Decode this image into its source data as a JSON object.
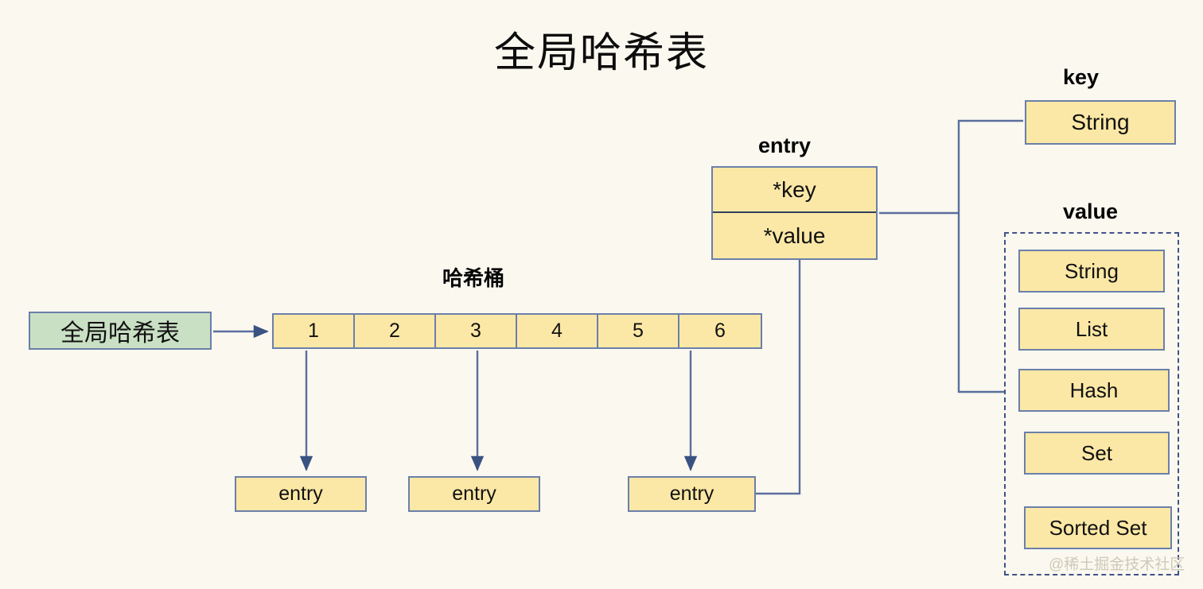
{
  "diagram": {
    "title": "全局哈希表",
    "background_color": "#faf8ef",
    "colors": {
      "yellow_fill": "#fce8a6",
      "green_fill": "#c9e0c4",
      "box_border": "#6b7faa",
      "connector": "#5a6e9e",
      "dashed_border": "#41518a",
      "text": "#111111"
    },
    "source": {
      "label": "全局哈希表"
    },
    "bucket": {
      "label": "哈希桶",
      "cells": [
        "1",
        "2",
        "3",
        "4",
        "5",
        "6"
      ],
      "linked_cells": [
        "1",
        "3",
        "6"
      ]
    },
    "entries": [
      {
        "label": "entry"
      },
      {
        "label": "entry"
      },
      {
        "label": "entry"
      }
    ],
    "entry_struct": {
      "label": "entry",
      "fields": [
        {
          "name": "*key"
        },
        {
          "name": "*value"
        }
      ]
    },
    "key_section": {
      "label": "key",
      "types": [
        "String"
      ]
    },
    "value_section": {
      "label": "value",
      "types": [
        "String",
        "List",
        "Hash",
        "Set",
        "Sorted Set"
      ]
    },
    "watermark": "@稀土掘金技术社区"
  }
}
